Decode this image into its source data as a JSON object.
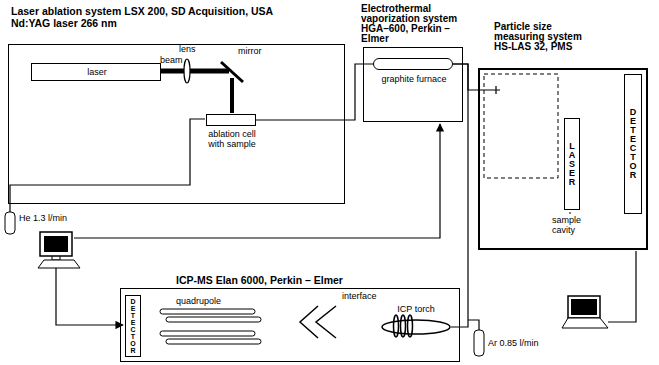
{
  "diagram": {
    "nodes": [
      {
        "text": [
          "Laser ablation system LSX 200, SD Acquisition, USA Nd:YAG laser 266 nm"
        ]
      },
      {
        "text": [
          "laser"
        ],
        "in": 0
      },
      {
        "text": [
          "ablation cell with sample"
        ],
        "in": 0
      },
      {
        "text": [
          "Electrothermal vaporization system HGA–600, Perkin – Elmer"
        ]
      },
      {
        "text": [
          "graphite furnace"
        ],
        "in": 3
      },
      {
        "text": [
          "Particle size measuring system HS-LAS 32, PMS"
        ]
      },
      {
        "text": [
          "LASER"
        ],
        "in": 5
      },
      {
        "text": [
          "DETECTOR"
        ],
        "in": 5
      },
      {
        "text": [
          "ICP-MS Elan 6000, Perkin – Elmer"
        ]
      },
      {
        "text": [
          "DETECTOR"
        ],
        "in": 8
      },
      {
        "text": [
          "ICP torch"
        ],
        "in": 8
      }
    ],
    "edges": [
      {
        "from": 2,
        "to": 4,
        "arrow": "none"
      },
      {
        "from": 4,
        "to": 5,
        "arrow": "none"
      },
      {
        "from": 4,
        "to": 10,
        "arrow": "none"
      }
    ],
    "labels": [
      "beam",
      "lens",
      "mirror",
      "He 1.3 l/min",
      "Ar 0.85 l/min",
      "sample cavity",
      "quadrupole",
      "interface"
    ]
  }
}
